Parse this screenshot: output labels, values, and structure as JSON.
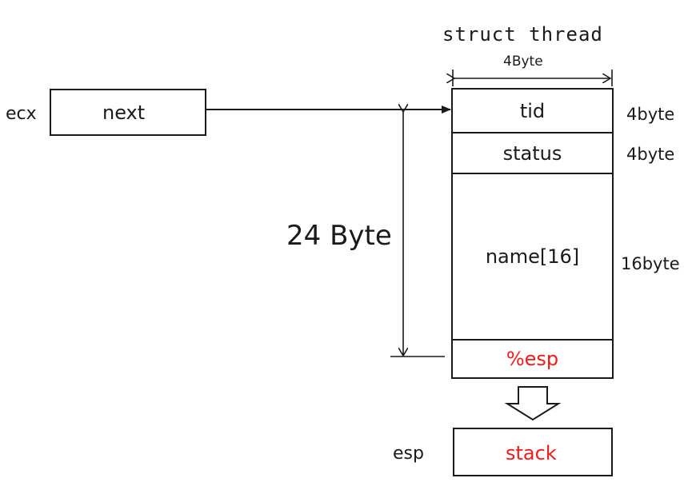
{
  "title": "struct thread",
  "width_label": "4Byte",
  "register_box": {
    "register": "ecx",
    "field": "next"
  },
  "struct_fields": [
    {
      "name": "tid",
      "size": "4byte"
    },
    {
      "name": "status",
      "size": "4byte"
    },
    {
      "name": "name[16]",
      "size": "16byte"
    },
    {
      "name": "%esp",
      "size": ""
    }
  ],
  "offset_label": "24 Byte",
  "stack_box": {
    "register": "esp",
    "label": "stack"
  },
  "colors": {
    "line": "#1a1a1a",
    "highlight": "#ee1c1c"
  }
}
